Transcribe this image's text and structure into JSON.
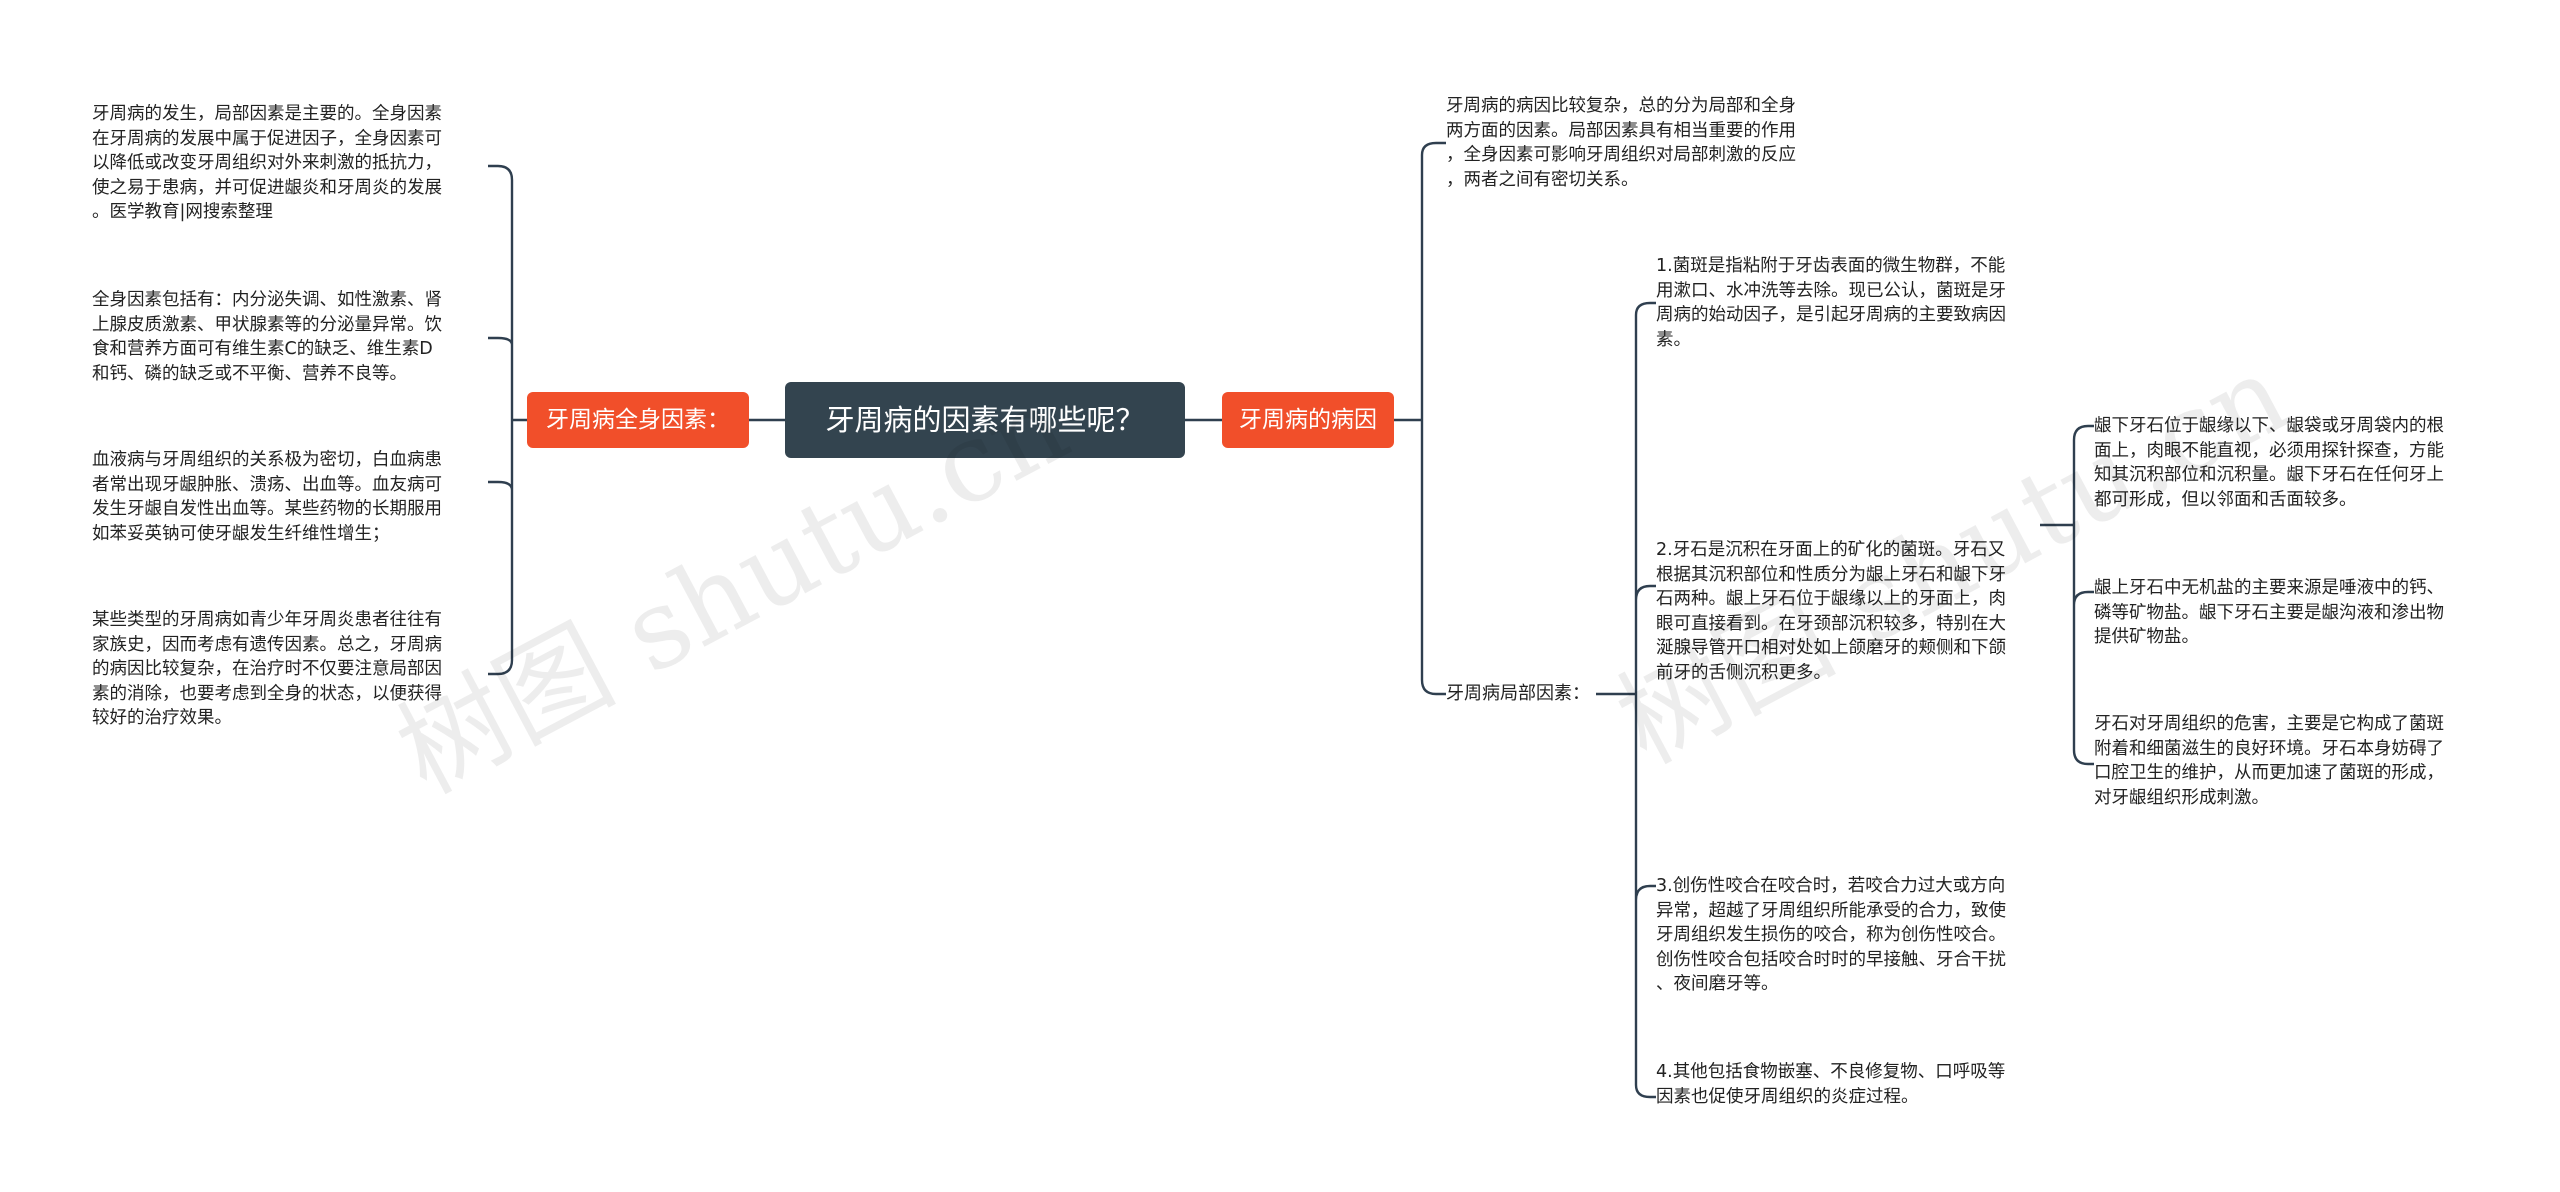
{
  "root": {
    "title": "牙周病的因素有哪些呢？"
  },
  "left_branch": {
    "label": "牙周病全身因素：",
    "items": [
      [
        "牙周病的发生，局部因素是主要的。全身因素",
        "在牙周病的发展中属于促进因子，全身因素可",
        "以降低或改变牙周组织对外来刺激的抵抗力，",
        "使之易于患病，并可促进龈炎和牙周炎的发展",
        "。医学教育|网搜索整理"
      ],
      [
        "全身因素包括有：内分泌失调、如性激素、肾",
        "上腺皮质激素、甲状腺素等的分泌量异常。饮",
        "食和营养方面可有维生素C的缺乏、维生素D",
        "和钙、磷的缺乏或不平衡、营养不良等。"
      ],
      [
        "血液病与牙周组织的关系极为密切，白血病患",
        "者常出现牙龈肿胀、溃疡、出血等。血友病可",
        "发生牙龈自发性出血等。某些药物的长期服用",
        "如苯妥英钠可使牙龈发生纤维性增生；"
      ],
      [
        "某些类型的牙周病如青少年牙周炎患者往往有",
        "家族史，因而考虑有遗传因素。总之，牙周病",
        "的病因比较复杂，在治疗时不仅要注意局部因",
        "素的消除，也要考虑到全身的状态，以便获得",
        "较好的治疗效果。"
      ]
    ]
  },
  "right_branch": {
    "label": "牙周病的病因",
    "intro": [
      "牙周病的病因比较复杂，总的分为局部和全身",
      "两方面的因素。局部因素具有相当重要的作用",
      "，全身因素可影响牙周组织对局部刺激的反应",
      "，两者之间有密切关系。"
    ],
    "local": {
      "label": "牙周病局部因素：",
      "items": [
        [
          "1.菌斑是指粘附于牙齿表面的微生物群，不能",
          "用漱口、水冲洗等去除。现已公认，菌斑是牙",
          "周病的始动因子，是引起牙周病的主要致病因",
          "素。"
        ],
        [
          "2.牙石是沉积在牙面上的矿化的菌斑。牙石又",
          "根据其沉积部位和性质分为龈上牙石和龈下牙",
          "石两种。龈上牙石位于龈缘以上的牙面上，肉",
          "眼可直接看到。在牙颈部沉积较多，特别在大",
          "涎腺导管开口相对处如上颌磨牙的颊侧和下颌",
          "前牙的舌侧沉积更多。"
        ],
        [
          "3.创伤性咬合在咬合时，若咬合力过大或方向",
          "异常，超越了牙周组织所能承受的合力，致使",
          "牙周组织发生损伤的咬合，称为创伤性咬合。",
          "创伤性咬合包括咬合时时的早接触、牙合干扰",
          "、夜间磨牙等。"
        ],
        [
          "4.其他包括食物嵌塞、不良修复物、口呼吸等",
          "因素也促使牙周组织的炎症过程。"
        ]
      ],
      "tartar_details": [
        [
          "龈下牙石位于龈缘以下、龈袋或牙周袋内的根",
          "面上，肉眼不能直视，必须用探针探查，方能",
          "知其沉积部位和沉积量。龈下牙石在任何牙上",
          "都可形成，但以邻面和舌面较多。"
        ],
        [
          "龈上牙石中无机盐的主要来源是唾液中的钙、",
          "磷等矿物盐。龈下牙石主要是龈沟液和渗出物",
          "提供矿物盐。"
        ],
        [
          "牙石对牙周组织的危害，主要是它构成了菌斑",
          "附着和细菌滋生的良好环境。牙石本身妨碍了",
          "口腔卫生的维护，从而更加速了菌斑的形成，",
          "对牙龈组织形成刺激。"
        ]
      ]
    }
  },
  "watermark": "树图 shutu.cn",
  "colors": {
    "root_bg": "#33444f",
    "branch_bg": "#f14f2a",
    "line": "#2f3f4f",
    "text": "#222222"
  }
}
